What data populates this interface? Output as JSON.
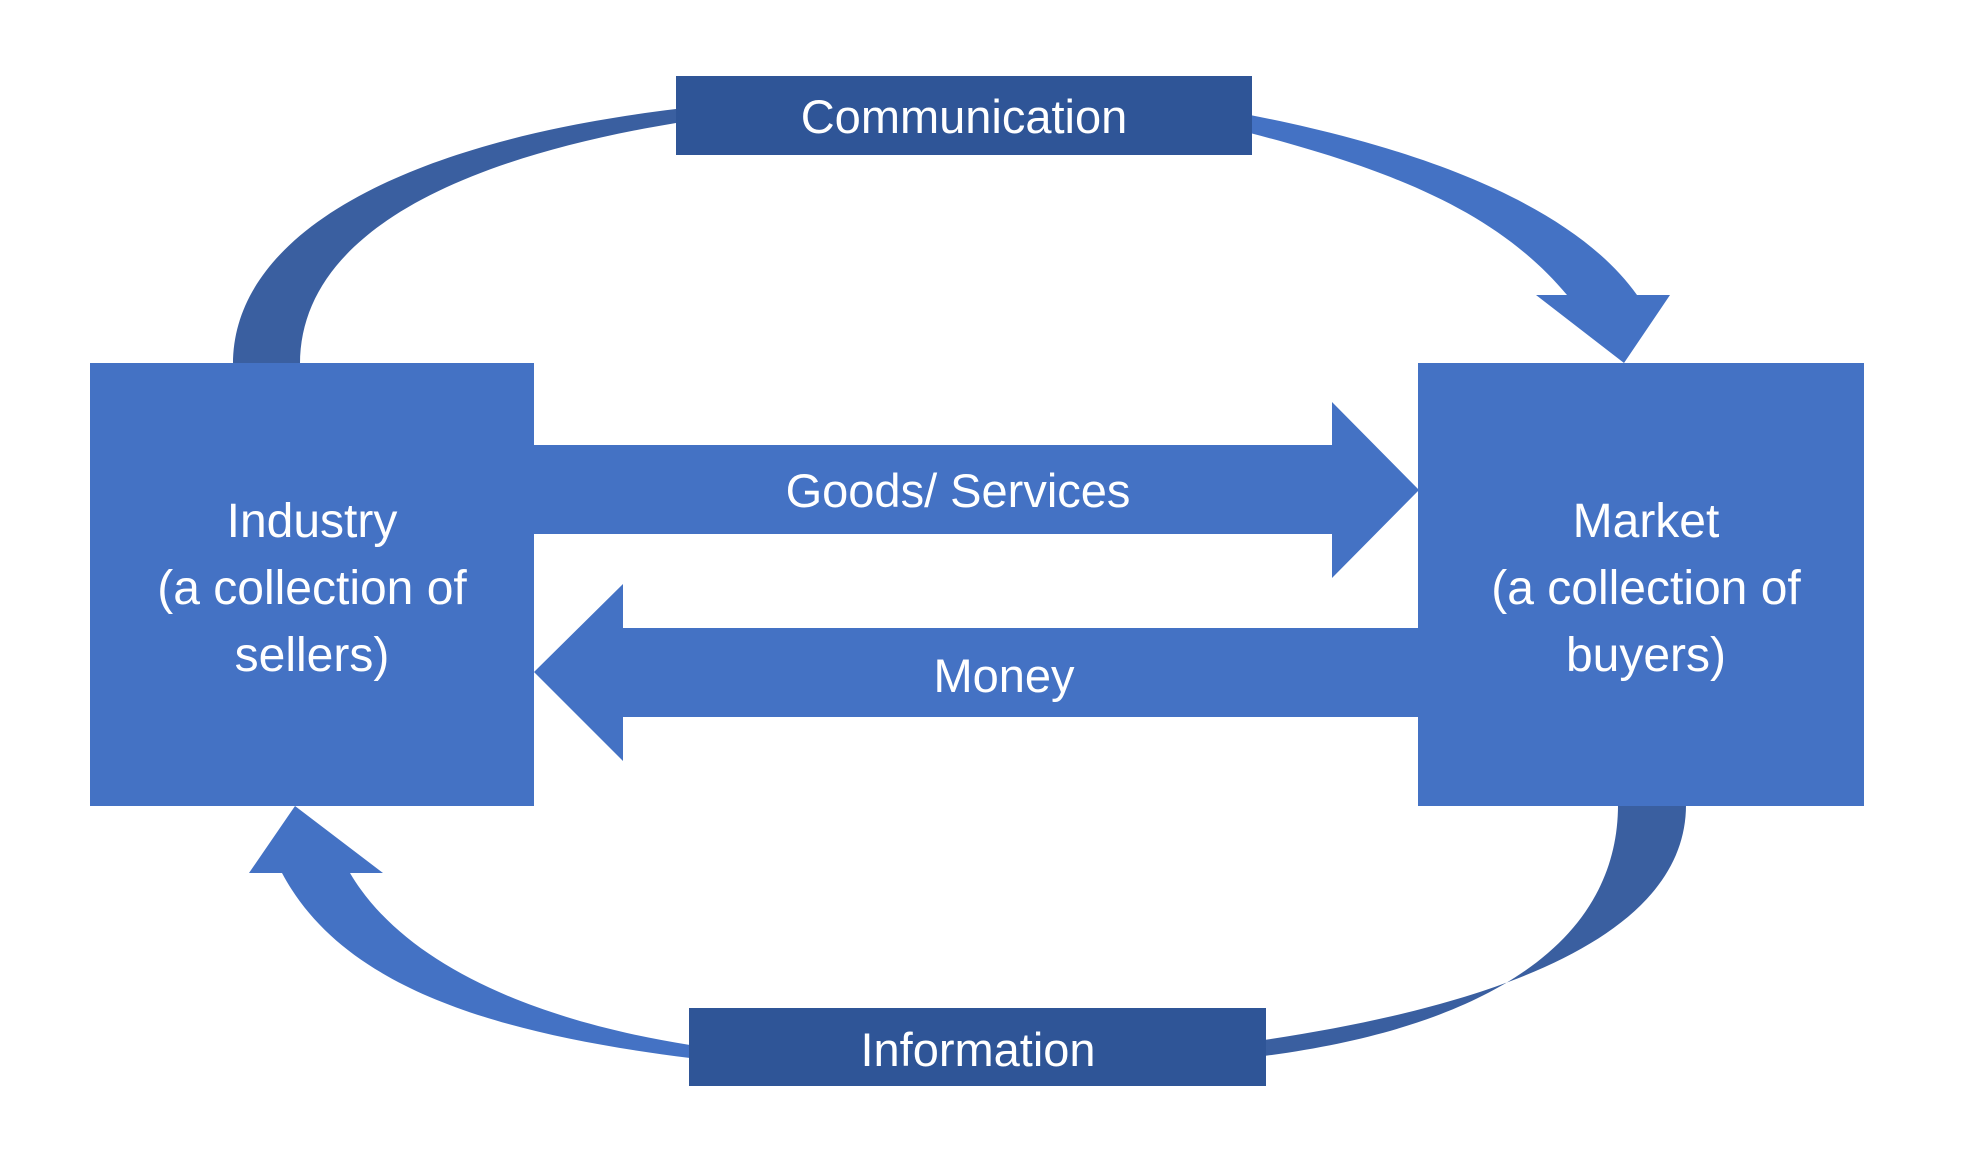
{
  "diagram": {
    "title": "Industry-Market exchange diagram",
    "colors": {
      "node_fill": "#4472C4",
      "label_box_fill": "#2F5597",
      "dark_curve_fill": "#3A5FA0",
      "text": "#FFFFFF",
      "background": "#FFFFFF"
    },
    "nodes": {
      "industry": {
        "lines": [
          "Industry",
          "(a collection of",
          "sellers)"
        ]
      },
      "market": {
        "lines": [
          "Market",
          "(a collection of",
          "buyers)"
        ]
      }
    },
    "flows": {
      "goods": {
        "label": "Goods/ Services",
        "from": "Industry",
        "to": "Market"
      },
      "money": {
        "label": "Money",
        "from": "Market",
        "to": "Industry"
      },
      "communication": {
        "label": "Communication",
        "from": "Industry",
        "to": "Market"
      },
      "information": {
        "label": "Information",
        "from": "Market",
        "to": "Industry"
      }
    }
  }
}
